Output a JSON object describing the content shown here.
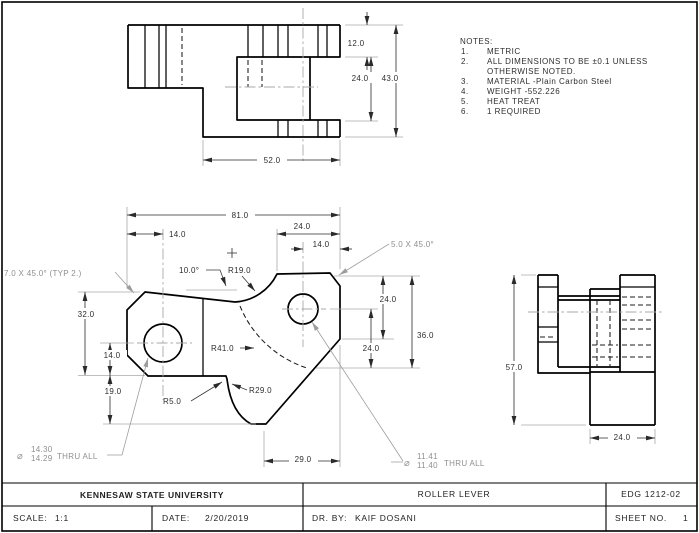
{
  "notes": {
    "title": "NOTES:",
    "items": [
      {
        "num": "1.",
        "text": "METRIC"
      },
      {
        "num": "2.",
        "text": "ALL DIMENSIONS TO BE ±0.1 UNLESS"
      },
      {
        "num": "",
        "text": "OTHERWISE NOTED."
      },
      {
        "num": "3.",
        "text": "MATERIAL -Plain Carbon Steel"
      },
      {
        "num": "4.",
        "text": "WEIGHT -552.226"
      },
      {
        "num": "5.",
        "text": "HEAT TREAT"
      },
      {
        "num": "6.",
        "text": "1 REQUIRED"
      }
    ]
  },
  "top_view": {
    "thickness": "12.0",
    "slot": "24.0",
    "height": "43.0",
    "width": "52.0"
  },
  "front_view": {
    "overall": "81.0",
    "left_hole_x": "14.0",
    "flat_top": "24.0",
    "right_hole_x": "14.0",
    "angle": "10.0°",
    "r19": "R19.0",
    "chamfer_typ": "7.0 X 45.0° (TYP 2.)",
    "chamfer_right": "5.0 X 45.0°",
    "h32": "32.0",
    "h14": "14.0",
    "h19": "19.0",
    "r41": "R41.0",
    "r5": "R5.0",
    "r29": "R29.0",
    "rv24a": "24.0",
    "rv24b": "24.0",
    "rv36": "36.0",
    "w29": "29.0",
    "hole_left": {
      "sym": "⌀",
      "upper": "14.30",
      "lower": "14.29",
      "suffix": "THRU ALL"
    },
    "hole_right": {
      "sym": "⌀",
      "upper": "11.41",
      "lower": "11.40",
      "suffix": "THRU ALL"
    }
  },
  "side_view": {
    "h57": "57.0",
    "w24": "24.0"
  },
  "title_block": {
    "university": "KENNESAW STATE UNIVERSITY",
    "part": "ROLLER LEVER",
    "number": "EDG 1212-02",
    "scale_label": "SCALE:",
    "scale": "1:1",
    "date_label": "DATE:",
    "date": "2/20/2019",
    "drby_label": "DR. BY:",
    "drby": "KAIF DOSANI",
    "sheet_label": "SHEET NO.",
    "sheet": "1"
  }
}
